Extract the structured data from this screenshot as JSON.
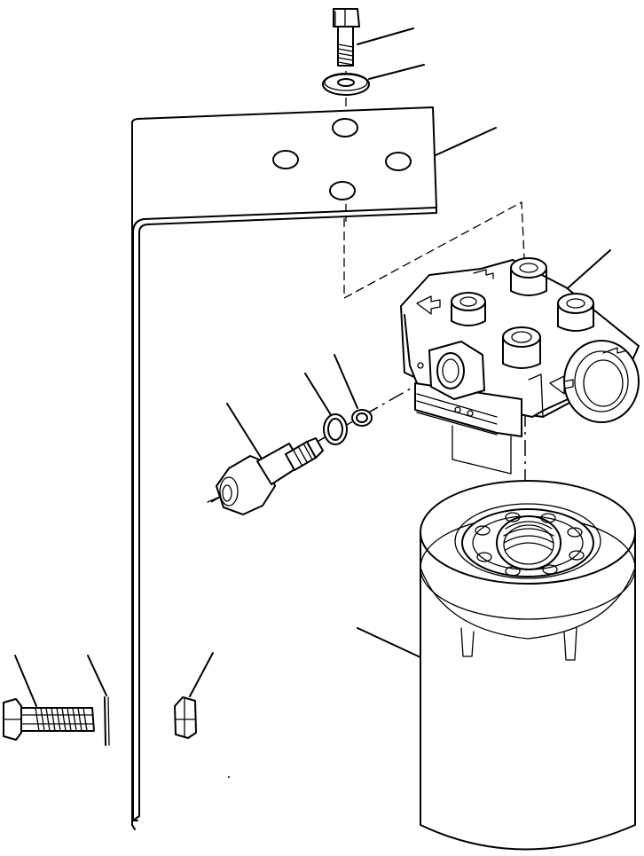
{
  "diagram": {
    "kind": "exploded parts illustration",
    "parts": [
      {
        "id": "bolt-top",
        "icon": "hex-bolt-icon"
      },
      {
        "id": "washer",
        "icon": "flat-washer-icon"
      },
      {
        "id": "bracket",
        "icon": "mounting-bracket-icon"
      },
      {
        "id": "filter-head",
        "icon": "filter-head-icon"
      },
      {
        "id": "pressure-switch",
        "icon": "pressure-switch-icon"
      },
      {
        "id": "o-ring-large",
        "icon": "o-ring-icon"
      },
      {
        "id": "o-ring-small",
        "icon": "o-ring-icon"
      },
      {
        "id": "filter-cartridge",
        "icon": "filter-cartridge-icon"
      },
      {
        "id": "bolt-side",
        "icon": "hex-bolt-icon"
      },
      {
        "id": "lock-washer",
        "icon": "lock-washer-icon"
      },
      {
        "id": "nut",
        "icon": "hex-nut-icon"
      }
    ],
    "stroke_color": "#000000",
    "background_color": "#ffffff"
  }
}
